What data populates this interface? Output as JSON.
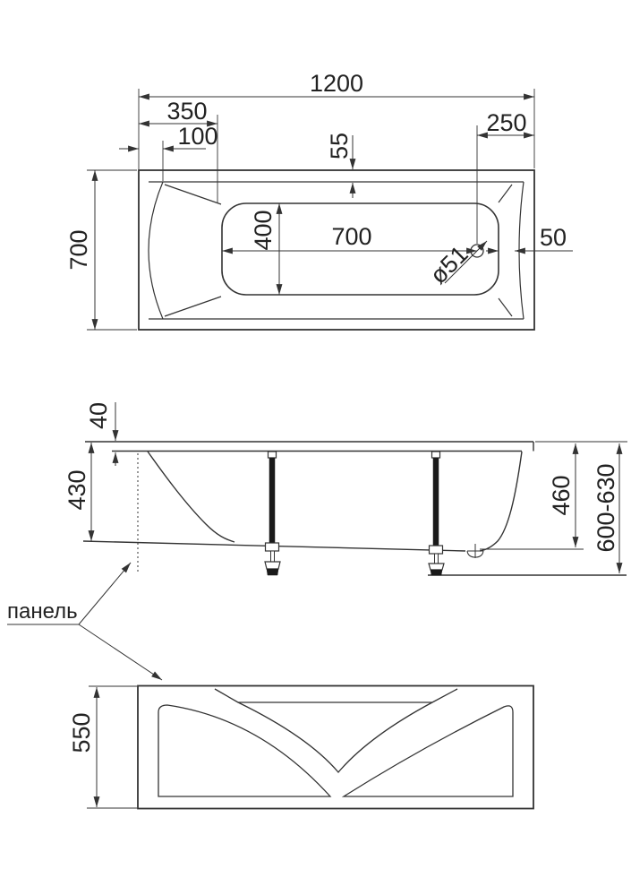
{
  "page": {
    "background": "#ffffff",
    "line_color": "#333333"
  },
  "views": {
    "top": {
      "dims": {
        "overall_length": "1200",
        "basin_offset": "350",
        "slope_offset": "100",
        "drain_offset": "250",
        "rim_lip": "55",
        "basin_length": "700",
        "basin_width": "400",
        "overall_width": "700",
        "drain_gap": "50",
        "drain_diameter": "ø51"
      }
    },
    "side": {
      "dims": {
        "rim_thickness": "40",
        "inner_depth": "430",
        "body_height": "460",
        "overall_height": "600-630"
      }
    },
    "front": {
      "label": "панель",
      "dims": {
        "panel_height": "550"
      }
    }
  }
}
